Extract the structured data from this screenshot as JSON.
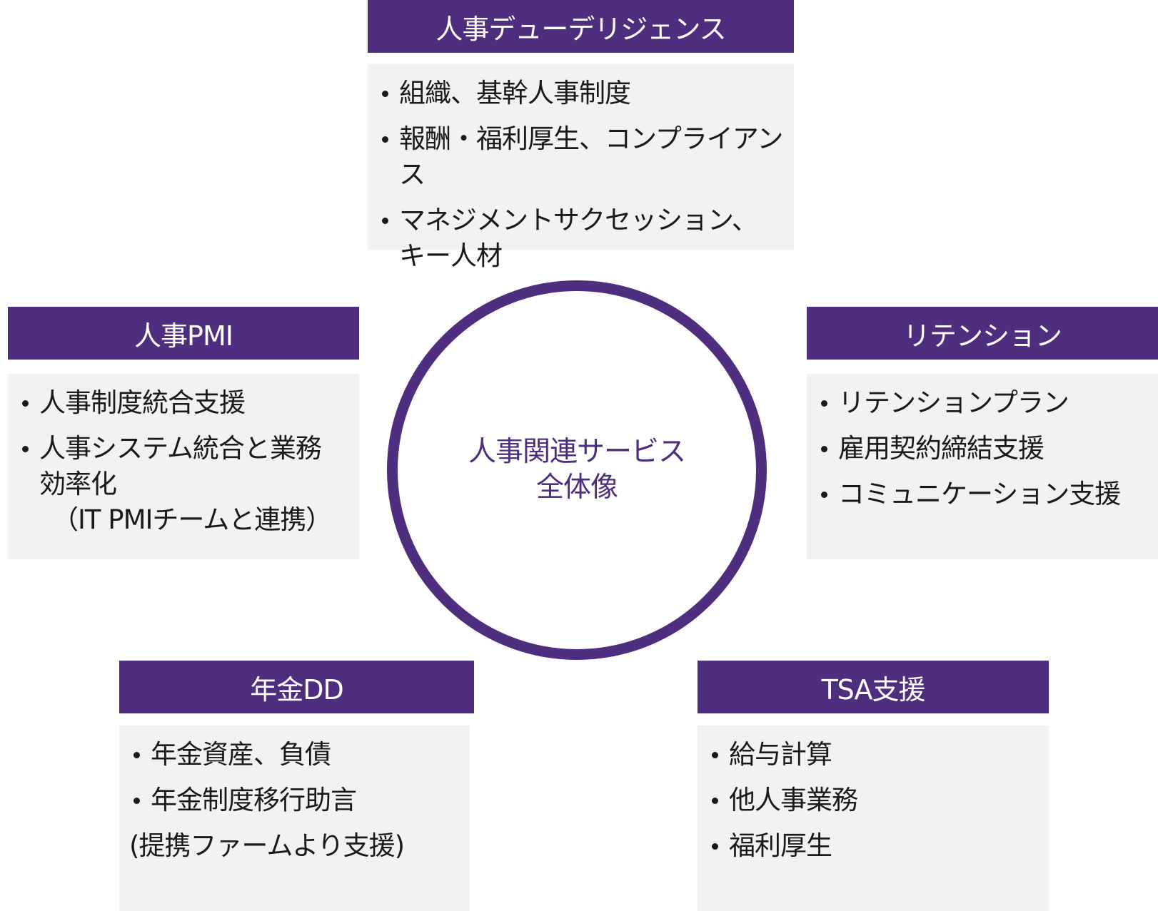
{
  "colors": {
    "accent": "#4f2d7f",
    "box_bg": "#f2f2f2",
    "text": "#1a1a1a"
  },
  "center": {
    "line1": "人事関連サービス",
    "line2": "全体像"
  },
  "sections": {
    "dd": {
      "title": "人事デューデリジェンス",
      "items": [
        "組織、基幹人事制度",
        "報酬・福利厚生、コンプライアンス",
        "マネジメントサクセッション、\nキー人材"
      ]
    },
    "pmi": {
      "title": "人事PMI",
      "items": [
        "人事制度統合支援",
        "人事システム統合と業務\n効率化"
      ],
      "note": "（IT PMIチームと連携）"
    },
    "retention": {
      "title": "リテンション",
      "items": [
        "リテンションプラン",
        "雇用契約締結支援",
        "コミュニケーション支援"
      ]
    },
    "pension": {
      "title": "年金DD",
      "items": [
        "年金資産、負債",
        "年金制度移行助言"
      ],
      "note": "(提携ファームより支援)"
    },
    "tsa": {
      "title": "TSA支援",
      "items": [
        "給与計算",
        "他人事業務",
        "福利厚生"
      ]
    }
  }
}
